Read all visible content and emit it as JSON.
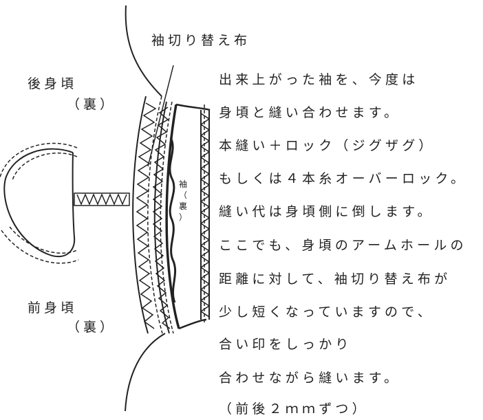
{
  "labels": {
    "switching_fabric": "袖切り替え布",
    "back_bodice": "後身頃",
    "back_bodice_side": "（裏）",
    "front_bodice": "前身頃",
    "front_bodice_side": "（裏）",
    "sleeve": [
      "袖",
      "（",
      "裏",
      "）"
    ]
  },
  "instructions": [
    "出来上がった袖を、今度は",
    "身頃と縫い合わせます。",
    "本縫い＋ロック（ジグザグ）",
    "もしくは４本糸オーバーロック。",
    "縫い代は身頃側に倒します。",
    "ここでも、身頃のアームホールの",
    "距離に対して、袖切り替え布が",
    "少し短くなっていますので、",
    "合い印をしっかり",
    "合わせながら縫います。",
    "（前後２ｍｍずつ）"
  ],
  "colors": {
    "ink": "#222222",
    "background": "#ffffff"
  }
}
